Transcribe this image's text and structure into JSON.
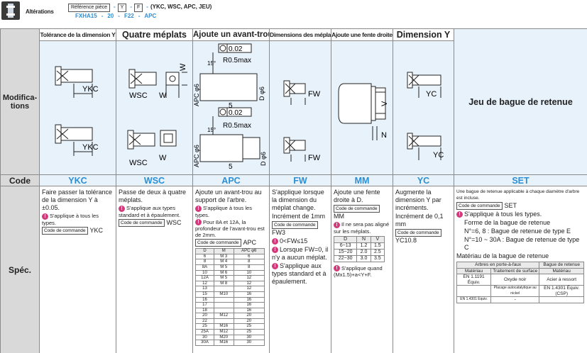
{
  "header": {
    "alterations_label": "Altérations",
    "reference_box": "Référence pièce",
    "ref_y": "Y",
    "ref_f": "F",
    "ref_options": "(YKC, WSC, APC, JEU)",
    "example": [
      "FXHA15",
      "-",
      "20",
      "-",
      "F22",
      "-",
      "APC"
    ]
  },
  "rows": {
    "modifications": "Modifica-\ntions",
    "code": "Code",
    "spec": "Spéc."
  },
  "columns": [
    {
      "title": "Tolérance de la dimension Y",
      "code": "YKC",
      "labels": [
        "YKC",
        "YKC"
      ]
    },
    {
      "title": "Quatre méplats",
      "code": "WSC",
      "labels": [
        "WSC",
        "W",
        "W",
        "WSC",
        "W"
      ]
    },
    {
      "title": "Ajoute un avant-trou",
      "code": "APC",
      "labels": [
        "0.02",
        "R0.5max",
        "15°",
        "APC φ6",
        "5",
        "D φ6",
        "0.02",
        "R0.5max",
        "15°",
        "APC φ6",
        "5",
        "D φ6"
      ]
    },
    {
      "title": "Dimensions des méplats",
      "code": "FW",
      "labels": [
        "FW",
        "FW"
      ]
    },
    {
      "title": "Ajoute une fente droite",
      "code": "MM",
      "labels": [
        "V",
        "N"
      ]
    },
    {
      "title": "Dimension Y",
      "code": "YC",
      "labels": [
        "YC",
        "YC"
      ]
    },
    {
      "title": "Jeu de bague de retenue",
      "code": "SET"
    }
  ],
  "spec": {
    "ykc": {
      "text": "Faire passer la tolérance de la dimension Y à ±0.05.",
      "note": "S'applique à tous les types.",
      "cmd_label": "Code de commande",
      "cmd": "YKC"
    },
    "wsc": {
      "text": "Passe de deux à quatre méplats.",
      "note": "S'applique aux types standard et à épaulement.",
      "cmd_label": "Code de commande",
      "cmd": "WSC"
    },
    "apc": {
      "text": "Ajoute un avant-trou au support de l'arbre.",
      "note1": "S'applique à tous les types.",
      "note2": "Pour 8A et 12A, la profondeur de l'avant-trou est de 2mm.",
      "cmd_label": "Code de commande",
      "cmd": "APC",
      "table_head": [
        "D",
        "M",
        "APC φ6"
      ],
      "table": [
        [
          "6",
          "M 3",
          "6"
        ],
        [
          "8",
          "M 4",
          "8"
        ],
        [
          "8A",
          "M 5",
          "8"
        ],
        [
          "10",
          "M 6",
          "10"
        ],
        [
          "12A",
          "M 5",
          "12"
        ],
        [
          "12",
          "M 8",
          "12"
        ],
        [
          "13",
          "",
          "12"
        ],
        [
          "15",
          "M10",
          "16"
        ],
        [
          "16",
          "",
          "16"
        ],
        [
          "17",
          "",
          "16"
        ],
        [
          "18",
          "",
          "16"
        ],
        [
          "20",
          "M12",
          "20"
        ],
        [
          "22",
          "",
          "20"
        ],
        [
          "25",
          "M16",
          "25"
        ],
        [
          "25A",
          "M12",
          "25"
        ],
        [
          "30",
          "M20",
          "30"
        ],
        [
          "30A",
          "M16",
          "30"
        ]
      ]
    },
    "fw": {
      "text": "S'applique lorsque la dimension du méplat change.",
      "increment": "Incrément de 1mm",
      "cmd_label": "Code de commande",
      "cmd": "FW3",
      "note1": "0<FW≤15",
      "note2": "Lorsque FW=0, il n'y a aucun méplat.",
      "note3": "S'applique aux types standard et à épaulement."
    },
    "mm": {
      "text": "Ajoute une fente droite à D.",
      "cmd_label": "Code de commande",
      "cmd": "MM",
      "note1": "Il ne sera pas aligné sur les méplats.",
      "table_head": [
        "D",
        "N",
        "V"
      ],
      "table": [
        [
          "6~13",
          "1.2",
          "1.5"
        ],
        [
          "15~20",
          "2.0",
          "2.5"
        ],
        [
          "22~30",
          "3.0",
          "3.5"
        ]
      ],
      "note2": "S'applique quand (Mx1.5)+a<Y+F."
    },
    "yc": {
      "text": "Augmente la dimension Y par incréments.",
      "increment": "Incrément de 0,1 mm",
      "cmd_label": "Code de commande",
      "cmd": "YC10.8"
    },
    "set": {
      "intro": "Une bague de retenue applicable à chaque diamètre d'arbre est incluse.",
      "cmd_label": "Code de commande",
      "cmd": "SET",
      "note1": "S'applique à tous les types.",
      "note2": "Forme de la bague de retenue",
      "note3": "N°=6, 8 : Bague de retenue de type E",
      "note4": "N°=10 ~ 30A : Bague de retenue de type C",
      "material_title": "Matériau de la bague de retenue",
      "mat_head1": "Arbres en porte-à-faux",
      "mat_head2": "Bague de retenue",
      "mat_sub": [
        "Matériau",
        "Traitement de surface",
        "Matériau"
      ],
      "mat_rows": [
        [
          "EN 1.1191 Équiv.",
          "Oxyde noir",
          "Acier à ressort"
        ],
        [
          "",
          "Placage autocatalytique au nickel",
          "EN 1.4301 Équiv. (CSP)"
        ],
        [
          "EN 1.4301 Équiv.",
          "-",
          ""
        ]
      ]
    }
  }
}
